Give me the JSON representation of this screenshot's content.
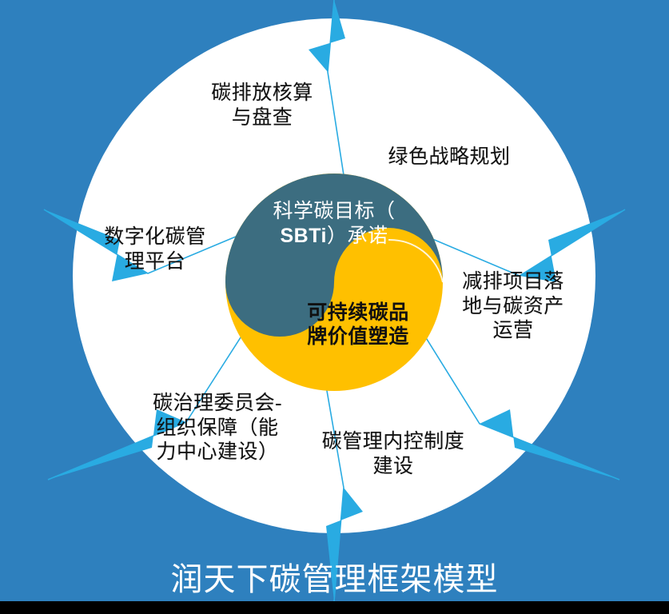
{
  "colors": {
    "background_blue": "#2E80BE",
    "circle_white": "#FFFFFF",
    "divider_cyan": "#29ABE2",
    "core_top_teal": "#3C6D80",
    "core_bottom_gold": "#FFC000",
    "bottom_bar_black": "#000000",
    "label_text": "#111111",
    "title_text": "#FFFFFF"
  },
  "title": {
    "text": "润天下碳管理框架模型"
  },
  "core": {
    "top": {
      "line1": "科学碳目标（",
      "line2_prefix": "SBTi",
      "line2_suffix": "）承诺",
      "full": "科学碳目标（\nSBTi）承诺"
    },
    "bottom": {
      "full": "可持续碳品\n牌价值塑造"
    }
  },
  "petals": [
    {
      "id": "carbon-accounting",
      "label": "碳排放核算\n与盘查"
    },
    {
      "id": "green-strategy",
      "label": "绿色战略规划"
    },
    {
      "id": "reduction-projects",
      "label": "减排项目落\n地与碳资产\n运营"
    },
    {
      "id": "internal-control",
      "label": "碳管理内控制度\n建设"
    },
    {
      "id": "carbon-committee",
      "label": "碳治理委员会-\n组织保障（能\n力中心建设）"
    },
    {
      "id": "digital-platform",
      "label": "数字化碳管\n理平台"
    }
  ],
  "chart_data": {
    "type": "diagram",
    "title": "润天下碳管理框架模型",
    "center_segments": [
      {
        "name": "科学碳目标（SBTi）承诺",
        "color": "#3C6D80"
      },
      {
        "name": "可持续碳品牌价值塑造",
        "color": "#FFC000"
      }
    ],
    "ring_segments": [
      "碳排放核算与盘查",
      "绿色战略规划",
      "减排项目落地与碳资产运营",
      "碳管理内控制度建设",
      "碳治理委员会-组织保障（能力中心建设）",
      "数字化碳管理平台"
    ],
    "segment_count": 6,
    "layout": "radial hexagonal petals around a yin-yang core"
  }
}
